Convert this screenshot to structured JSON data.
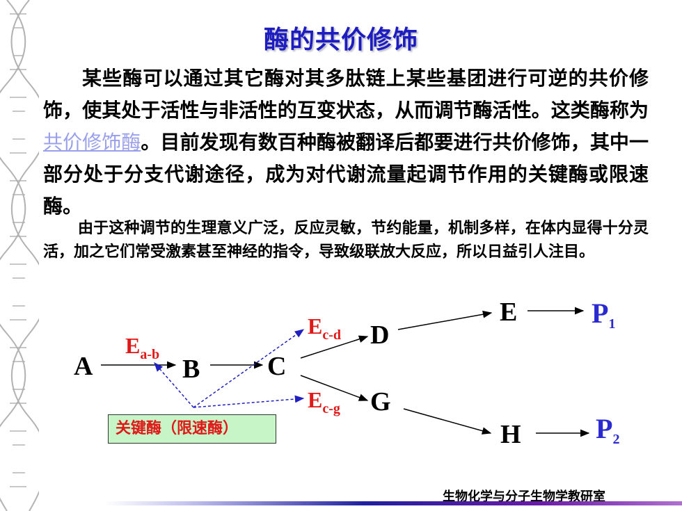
{
  "title": "酶的共价修饰",
  "paragraph1": {
    "before_link": "某些酶可以通过其它酶对其多肽链上某些基团进行可逆的共价修饰，使其处于活性与非活性的互变状态，从而调节酶活性。这类酶称为",
    "link": "共价修饰酶",
    "after_link": "。目前发现有数百种酶被翻译后都要进行共价修饰，其中一部分处于分支代谢途径，成为对代谢流量起调节作用的关键酶或限速酶。"
  },
  "paragraph2": "由于这种调节的生理意义广泛，反应灵敏，节约能量，机制多样，在体内显得十分灵活，加之它们常受激素甚至神经的指令，导致级联放大反应，所以日益引人注目。",
  "diagram": {
    "nodes": {
      "A": "A",
      "B": "B",
      "C": "C",
      "D": "D",
      "E": "E",
      "G": "G",
      "H": "H"
    },
    "products": {
      "p1": {
        "letter": "P",
        "sub": "1"
      },
      "p2": {
        "letter": "P",
        "sub": "2"
      }
    },
    "enzymes": {
      "ab": {
        "letter": "E",
        "sub": "a-b"
      },
      "cd": {
        "letter": "E",
        "sub": "c-d"
      },
      "cg": {
        "letter": "E",
        "sub": "c-g"
      }
    },
    "key_enzyme_label": "关键酶（限速酶）"
  },
  "colors": {
    "title": "#1c1cc0",
    "enzyme": "#e01818",
    "product": "#2a2ad0",
    "dashed": "#2020c0",
    "key_box_bg": "#c8f5c8",
    "link": "#9aa0ea"
  },
  "footer": "生物化学与分子生物学教研室"
}
